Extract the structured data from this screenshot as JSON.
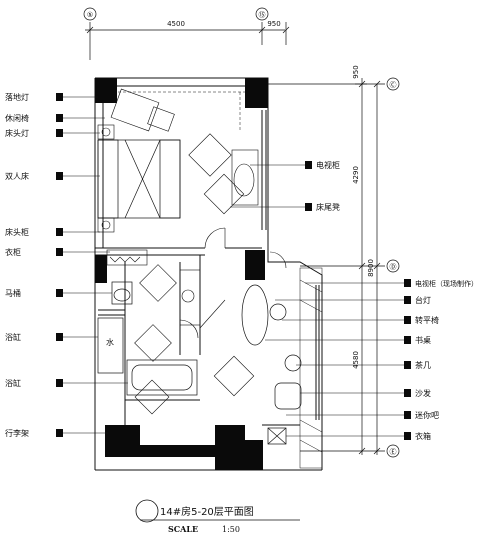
{
  "axis_marks": {
    "top_left": "⑤",
    "top_right": "⑮",
    "right_top": "Ⓒ",
    "right_mid": "Ⓓ",
    "right_bottom": "Ⓔ"
  },
  "dimensions": {
    "top_main": "4500",
    "top_side": "950",
    "right_small": "950",
    "right_upper": "4290",
    "right_total": "8900",
    "right_lower": "4580"
  },
  "left_labels": [
    "落地灯",
    "休闲椅",
    "床头灯",
    "双人床",
    "床头柜",
    "衣柜",
    "马桶",
    "浴缸",
    "浴缸",
    "行李架"
  ],
  "right_labels": [
    "电视柜",
    "床尾凳",
    "电视柜（现场制作）",
    "台灯",
    "转平椅",
    "书桌",
    "茶几",
    "沙发",
    "迷你吧",
    "衣箱"
  ],
  "title": "14#房5-20层平面图",
  "scale_label": "SCALE",
  "scale_value": "1:50"
}
